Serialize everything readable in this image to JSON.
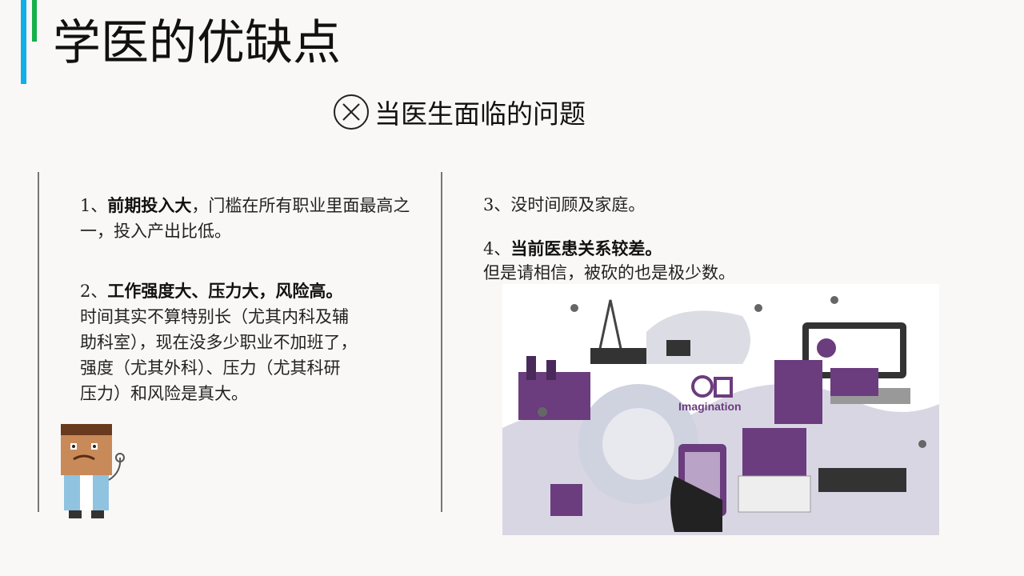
{
  "slide": {
    "title": "学医的优缺点",
    "subtitle": "当医生面临的问题",
    "subtitle_icon": "circle-x-icon",
    "accent_colors": {
      "blue": "#12aee8",
      "green": "#14b14b",
      "purple": "#6b3c7e"
    },
    "left": {
      "item1": {
        "num": "1、",
        "bold": "前期投入大",
        "rest": "，门槛在所有职业里面最高之一，投入产出比低。"
      },
      "item2": {
        "num": "2、",
        "bold": "工作强度大、压力大，风险高。",
        "lines": [
          "时间其实不算特别长（尤其内科及辅",
          "助科室），现在没多少职业不加班了，",
          "强度（尤其外科）、压力（尤其科研",
          "压力）和风险是真大。"
        ]
      }
    },
    "right": {
      "item3": "3、没时间顾及家庭。",
      "item4": {
        "num": "4、",
        "bold": "当前医患关系较差。",
        "detail": "但是请相信，被砍的也是极少数。"
      }
    },
    "illustration": {
      "logo_text": "Imagination"
    }
  }
}
